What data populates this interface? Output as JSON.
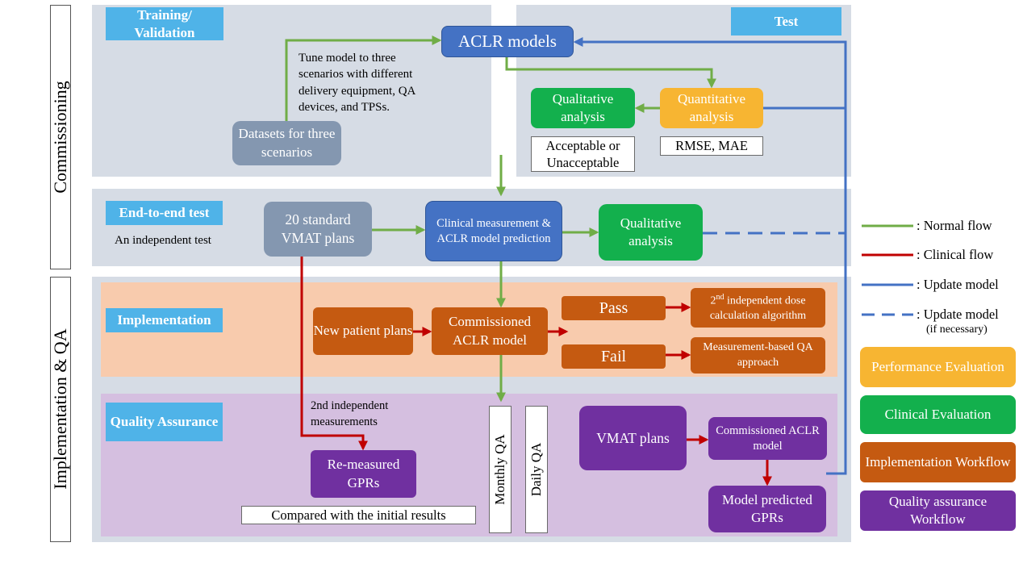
{
  "phases": {
    "commissioning": "Commissioning",
    "implementation_qa": "Implementation & QA"
  },
  "sections": {
    "training_validation": "Training/ Validation",
    "test": "Test",
    "end_to_end": "End-to-end test",
    "end_to_end_note": "An independent test",
    "implementation": "Implementation",
    "quality_assurance": "Quality Assurance"
  },
  "nodes": {
    "aclr_models": "ACLR models",
    "tune_note": "Tune model to three scenarios with different delivery equipment, QA devices, and TPSs.",
    "datasets": "Datasets for three scenarios",
    "qualitative_test": "Qualitative analysis",
    "quantitative": "Quantitative analysis",
    "acceptable": "Acceptable or Unacceptable",
    "rmse": "RMSE, MAE",
    "standard_plans": "20 standard VMAT plans",
    "clinical_measurement": "Clinical measurement & ACLR model prediction",
    "qualitative_e2e": "Qualitative analysis",
    "new_patient": "New patient plans",
    "commissioned_impl": "Commissioned ACLR model",
    "pass": "Pass",
    "fail": "Fail",
    "dose_calc_sup": "nd",
    "dose_calc_num": "2",
    "dose_calc_rest": " independent dose calculation algorithm",
    "measurement_qa": "Measurement-based QA approach",
    "second_measurements": "2nd independent measurements",
    "remeasured": "Re-measured GPRs",
    "compared": "Compared with the initial results",
    "monthly_qa": "Monthly QA",
    "daily_qa": "Daily QA",
    "vmat_plans": "VMAT plans",
    "commissioned_qa": "Commissioned ACLR model",
    "model_predicted": "Model predicted GPRs"
  },
  "legend": {
    "normal_flow": ": Normal flow",
    "clinical_flow": ": Clinical flow",
    "update_model": ": Update model",
    "update_if_necessary": ": Update model",
    "if_necessary": "(if necessary)",
    "performance": "Performance Evaluation",
    "clinical_eval": "Clinical Evaluation",
    "implementation_wf": "Implementation Workflow",
    "qa_wf": "Quality assurance Workflow"
  },
  "colors": {
    "normal_flow": "#70ad47",
    "clinical_flow": "#c00000",
    "update_model": "#4472c4",
    "performance": "#f7b532",
    "clinical": "#13b04d",
    "implementation": "#c55a11",
    "qa": "#7030a0"
  }
}
